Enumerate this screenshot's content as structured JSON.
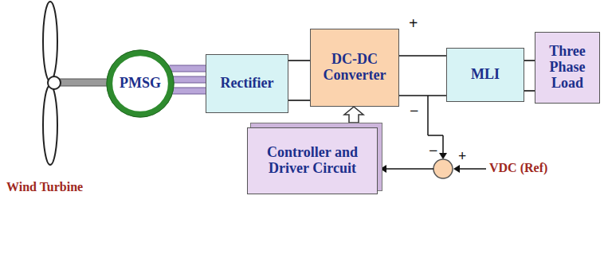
{
  "diagram": {
    "nodes": [
      {
        "text": [
          "PMSG"
        ]
      },
      {
        "text": [
          "Rectifier"
        ]
      },
      {
        "text": [
          "DC-DC Converter"
        ]
      },
      {
        "text": [
          "MLI"
        ]
      },
      {
        "text": [
          "Three Phase Load"
        ]
      },
      {
        "text": [
          "Controller and Driver Circuit"
        ]
      }
    ],
    "edges": [
      {
        "from": 0,
        "to": 1,
        "arrow": "none"
      },
      {
        "from": 1,
        "to": 2,
        "arrow": "none"
      },
      {
        "from": 2,
        "to": 3,
        "arrow": "none"
      },
      {
        "from": 3,
        "to": 4,
        "arrow": "none"
      },
      {
        "from": 5,
        "to": 2,
        "arrow": "to"
      }
    ],
    "labels": [
      "Wind Turbine",
      "+",
      "−",
      "−",
      "+",
      "VDC (Ref)"
    ]
  }
}
